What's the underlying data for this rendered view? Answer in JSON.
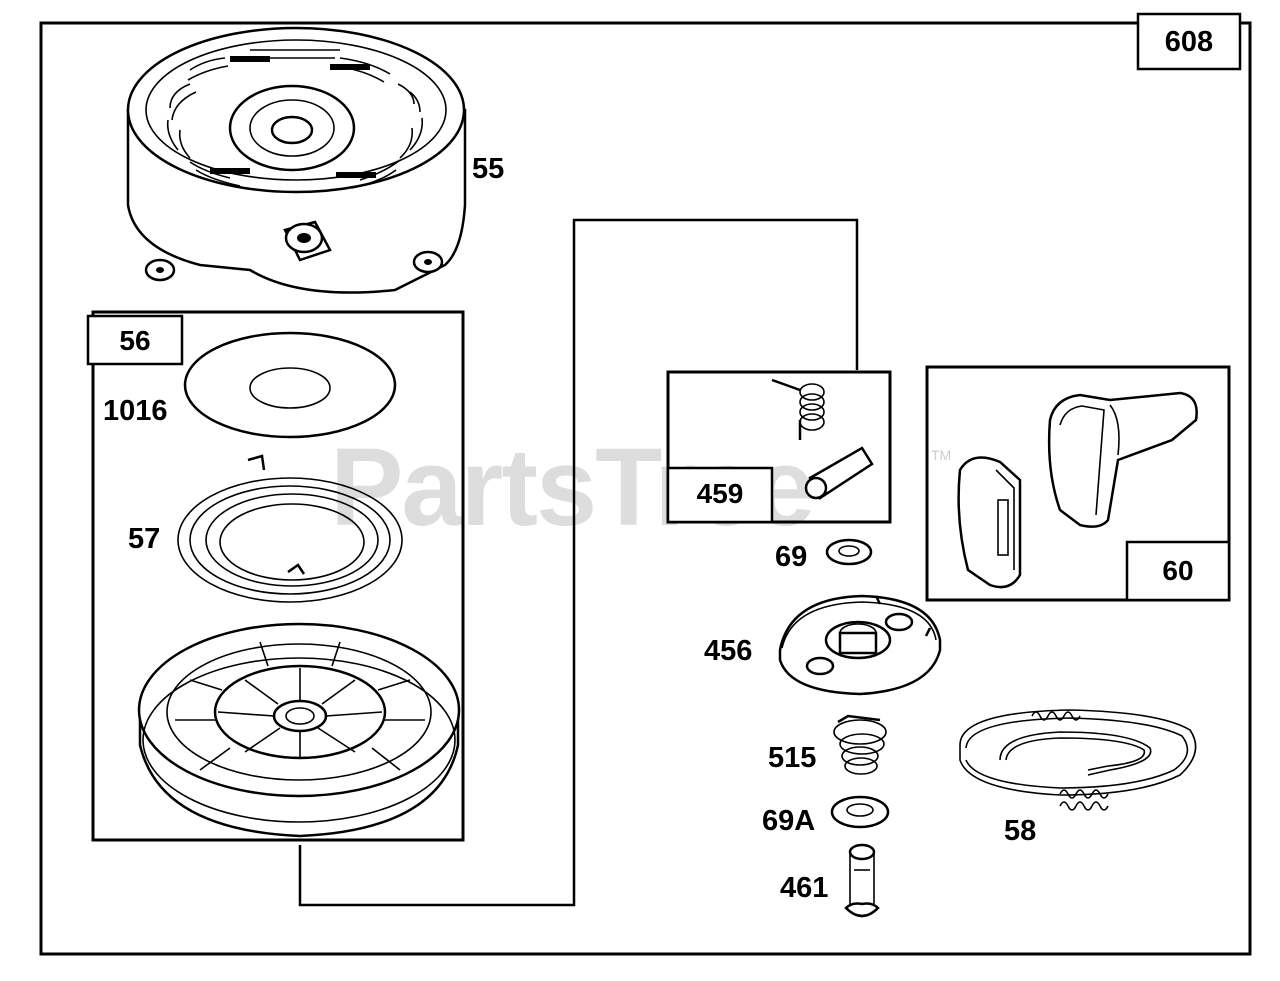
{
  "diagram": {
    "page_number": "608",
    "watermark": "PartsTree",
    "trademark": "TM",
    "parts": {
      "blower_housing": "55",
      "starter_pulley_kit": "56",
      "retainer": "1016",
      "rewind_spring": "57",
      "dog_spring_kit": "459",
      "handle_kit": "60",
      "washer": "69",
      "dog_retainer": "456",
      "retainer_spring": "515",
      "washer_a": "69A",
      "screw": "461",
      "starter_rope": "58"
    }
  }
}
